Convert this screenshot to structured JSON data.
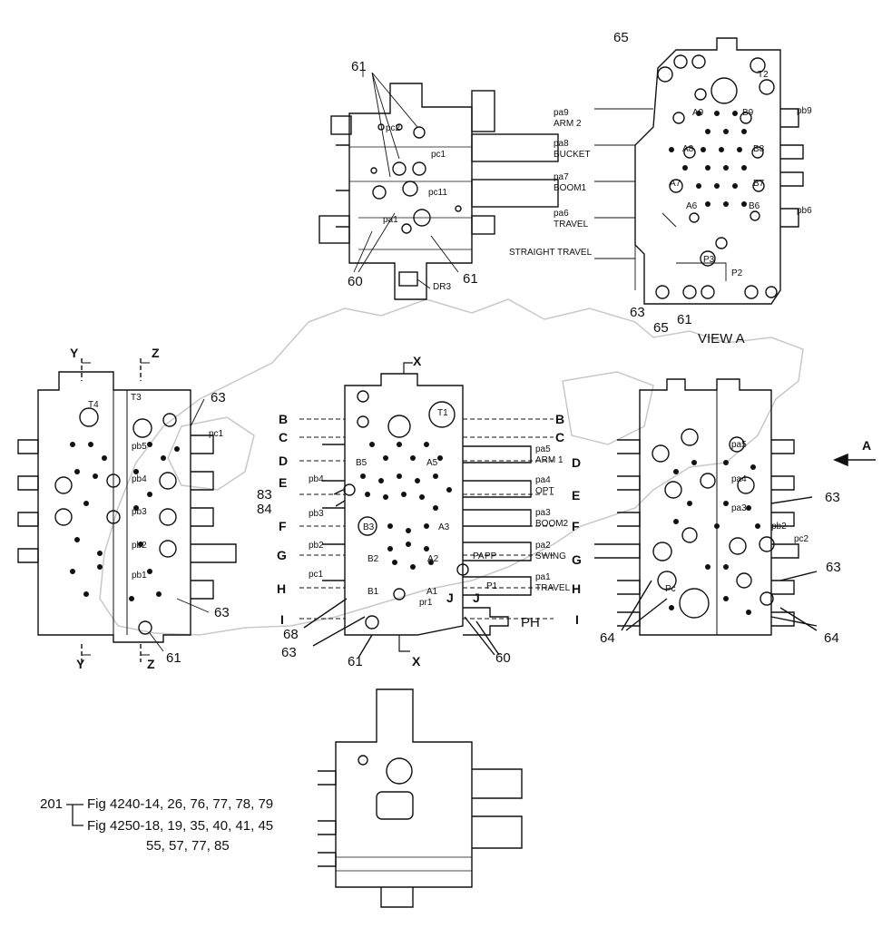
{
  "top_view": {
    "callouts": [
      "61",
      "60",
      "61"
    ],
    "small_labels": [
      "pc1",
      "pc11",
      "pc2",
      "pa1",
      "DR3"
    ]
  },
  "view_a": {
    "title": "VIEW A",
    "callouts": [
      "65",
      "63",
      "65",
      "61"
    ],
    "ports": [
      {
        "code": "pa9",
        "name": "ARM 2"
      },
      {
        "code": "pa8",
        "name": "BUCKET"
      },
      {
        "code": "pa7",
        "name": "BOOM1"
      },
      {
        "code": "pa6",
        "name": "TRAVEL"
      }
    ],
    "straight_travel": "STRAIGHT TRAVEL",
    "small_labels": [
      "T2",
      "A9",
      "B9",
      "pb9",
      "A8",
      "B8",
      "A7",
      "B7",
      "A6",
      "B6",
      "pb6",
      "P3",
      "P2"
    ]
  },
  "left_view": {
    "section_y": "Y",
    "section_z": "Z",
    "callouts": [
      "63",
      "63",
      "61"
    ],
    "small_labels": [
      "T4",
      "T3",
      "pc1",
      "pb5",
      "pb4",
      "pb3",
      "pb2",
      "pb1"
    ]
  },
  "center_view": {
    "section_x": "X",
    "sections_left": [
      "B",
      "C",
      "D",
      "E",
      "F",
      "G",
      "H",
      "I"
    ],
    "sections_right": [
      "B",
      "C",
      "D",
      "E",
      "F",
      "G",
      "H",
      "I"
    ],
    "callouts": [
      "83",
      "84",
      "68",
      "63",
      "61",
      "60"
    ],
    "ports": [
      {
        "code": "pa5",
        "name": "ARM 1"
      },
      {
        "code": "pa4",
        "name": "OPT"
      },
      {
        "code": "pa3",
        "name": "BOOM2"
      },
      {
        "code": "pa2",
        "name": "SWING"
      },
      {
        "code": "pa1",
        "name": "TRAVEL"
      }
    ],
    "ph": "PH",
    "j": "J",
    "small_labels": [
      "T1",
      "B5",
      "A5",
      "pb4",
      "B3",
      "A3",
      "pb3",
      "pb2",
      "B2",
      "A2",
      "pc1",
      "B1",
      "A1",
      "P1",
      "PA",
      "PP",
      "pr1"
    ]
  },
  "right_view": {
    "arrow_label": "A",
    "callouts": [
      "63",
      "63",
      "64",
      "64"
    ],
    "small_labels": [
      "pa5",
      "pa4",
      "pa3",
      "pb2",
      "pc2",
      "Pc"
    ]
  },
  "note": {
    "ref": "201",
    "line1": "Fig 4240-14, 26, 76, 77, 78, 79",
    "line2": "Fig 4250-18, 19, 35, 40, 41, 45",
    "line3": "55, 57, 77, 85"
  },
  "colors": {
    "ink": "#111111",
    "watermark": "#c8c8c8",
    "paper": "#ffffff"
  }
}
